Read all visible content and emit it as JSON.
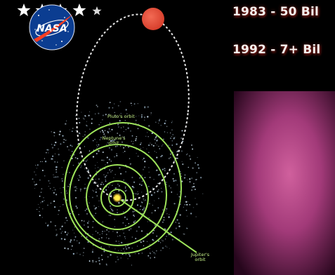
{
  "headlines": [
    {
      "text": "1983 - 50 Bil"
    },
    {
      "text": "1992 - 7+ Bil"
    }
  ],
  "logo": {
    "text": "NASA",
    "star_count": 5
  },
  "orbit_labels": {
    "pluto": "Pluto's orbit",
    "neptune": "Neptune's orbit",
    "jupiter": "Jupiter's orbit"
  },
  "colors": {
    "background": "#000000",
    "orbit_green": "#9ee35a",
    "planet": "#e8543f",
    "sun": "#ffe93a",
    "nebula": "#c24a8f",
    "headline_text": "#f3f0ee"
  },
  "icons": {
    "logo": "nasa-logo-icon",
    "planet": "red-planet-icon",
    "sun": "sun-icon",
    "stars": "star-icon"
  }
}
